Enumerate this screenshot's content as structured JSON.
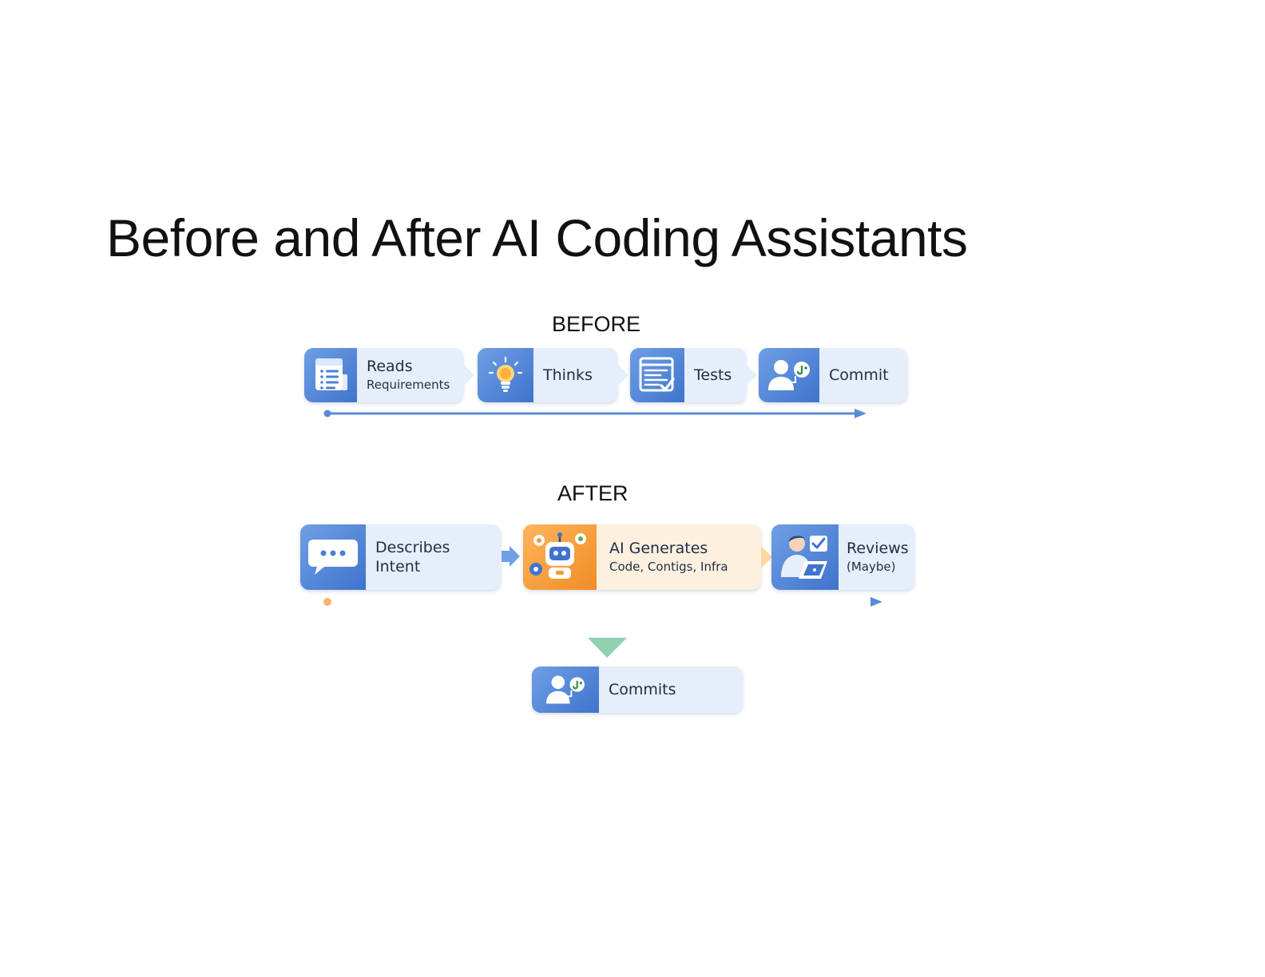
{
  "title": "Before and After AI Coding Assistants",
  "before": {
    "label": "BEFORE",
    "steps": [
      {
        "title": "Reads",
        "subtitle": "Requirements",
        "icon": "document-list-icon"
      },
      {
        "title": "Thinks",
        "subtitle": "",
        "icon": "lightbulb-icon"
      },
      {
        "title": "Tests",
        "subtitle": "",
        "icon": "test-checklist-icon"
      },
      {
        "title": "Commit",
        "subtitle": "",
        "icon": "user-commit-icon"
      }
    ]
  },
  "after": {
    "label": "AFTER",
    "steps": [
      {
        "title": "Describes",
        "subtitle": "Intent",
        "icon": "chat-bubble-icon"
      },
      {
        "title": "AI Generates",
        "subtitle": "Code, Contigs, Infra",
        "icon": "robot-icon"
      },
      {
        "title": "Reviews",
        "subtitle": "(Maybe)",
        "icon": "developer-laptop-icon"
      }
    ],
    "result": {
      "title": "Commits",
      "icon": "user-commit-icon"
    }
  },
  "colors": {
    "blue": "#4a7fd4",
    "card_blue": "#e6eefb",
    "orange": "#f59a35",
    "card_orange": "#fdf0de",
    "green_arrow": "#8fd1b0"
  }
}
